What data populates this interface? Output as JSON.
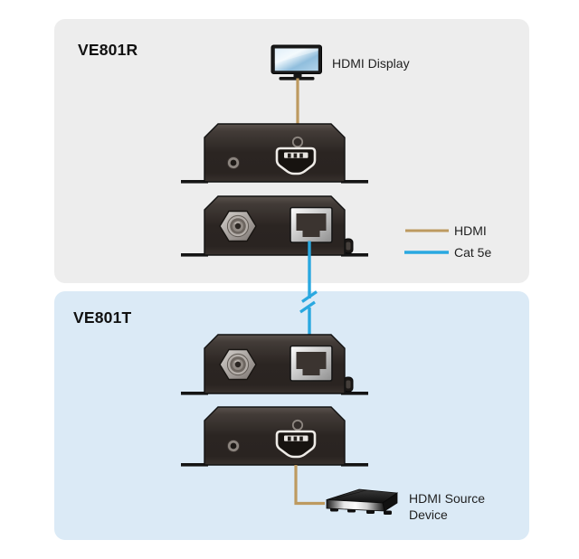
{
  "sections": {
    "receiver": {
      "label": "VE801R"
    },
    "transmitter": {
      "label": "VE801T"
    }
  },
  "labels": {
    "display": "HDMI Display",
    "source": "HDMI Source\nDevice"
  },
  "legend": {
    "items": [
      {
        "label": "HDMI",
        "color": "#BD9A60"
      },
      {
        "label": "Cat 5e",
        "color": "#29A8E0"
      }
    ]
  },
  "colors": {
    "cable-hdmi": "#BD9A60",
    "cable-cat5e": "#29A8E0",
    "panel-receiver": "#EDEDED",
    "panel-transmitter": "#DBEAF6",
    "device-body": "#2E2825",
    "text": "#1F1F1F"
  }
}
